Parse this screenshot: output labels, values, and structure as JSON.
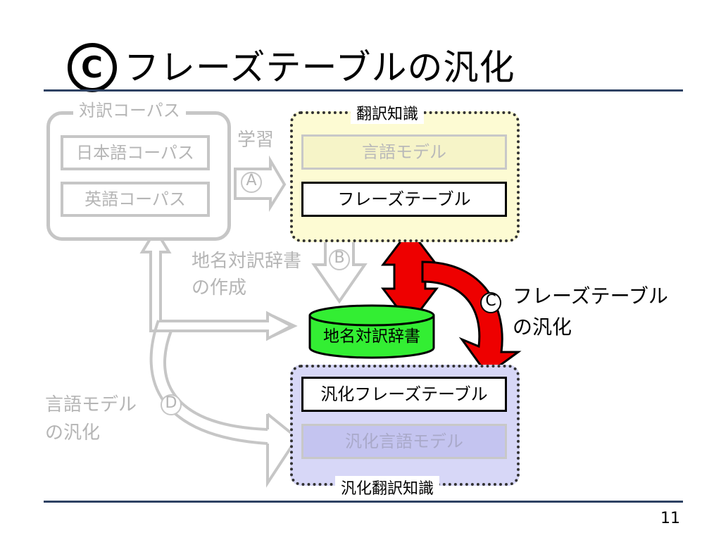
{
  "title": {
    "mark": "C",
    "text": "フレーズテーブルの汎化"
  },
  "corpus": {
    "group_label": "対訳コーパス",
    "japanese": "日本語コーパス",
    "english": "英語コーパス"
  },
  "learning_label": "学習",
  "knowledge": {
    "group_label": "翻訳知識",
    "language_model": "言語モデル",
    "phrase_table": "フレーズテーブル"
  },
  "dictionary": {
    "label": "地名対訳辞書",
    "creation_line1": "地名対訳辞書",
    "creation_line2": "の作成"
  },
  "generalization": {
    "line1": "フレーズテーブル",
    "line2": "の汎化"
  },
  "lm_generalization": {
    "line1": "言語モデル",
    "line2": "の汎化"
  },
  "generalized_knowledge": {
    "group_label": "汎化翻訳知識",
    "phrase_table": "汎化フレーズテーブル",
    "language_model": "汎化言語モデル"
  },
  "steps": {
    "a": "A",
    "b": "B",
    "c": "C",
    "d": "D"
  },
  "page_number": "11",
  "colors": {
    "rule": "#2e4263",
    "knowledge_bg": "#fdfbd3",
    "generalized_bg": "#d7d7f7",
    "dictionary": "#33ee33",
    "red_arrow": "#ee0000",
    "grey": "#c6c6c6"
  }
}
